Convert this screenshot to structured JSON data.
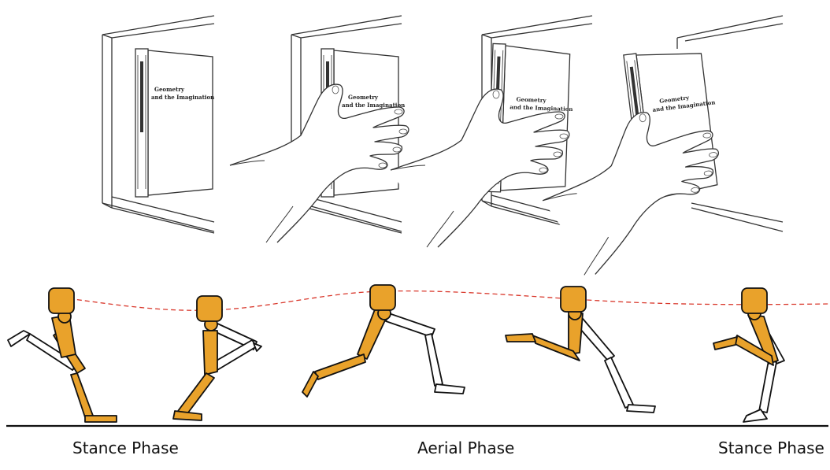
{
  "book": {
    "title_line1": "Geometry",
    "title_line2": "and the Imagination"
  },
  "phases": {
    "stance_left": "Stance Phase",
    "aerial": "Aerial Phase",
    "stance_right": "Stance Phase"
  },
  "colors": {
    "limb_near": "#E9A22B",
    "limb_far": "#FFFFFF",
    "outline": "#111111",
    "trajectory": "#D9382C",
    "line_art": "#333333"
  },
  "icons": [
    "hand-icon",
    "book-icon",
    "shelf-icon",
    "mannequin-figure"
  ]
}
